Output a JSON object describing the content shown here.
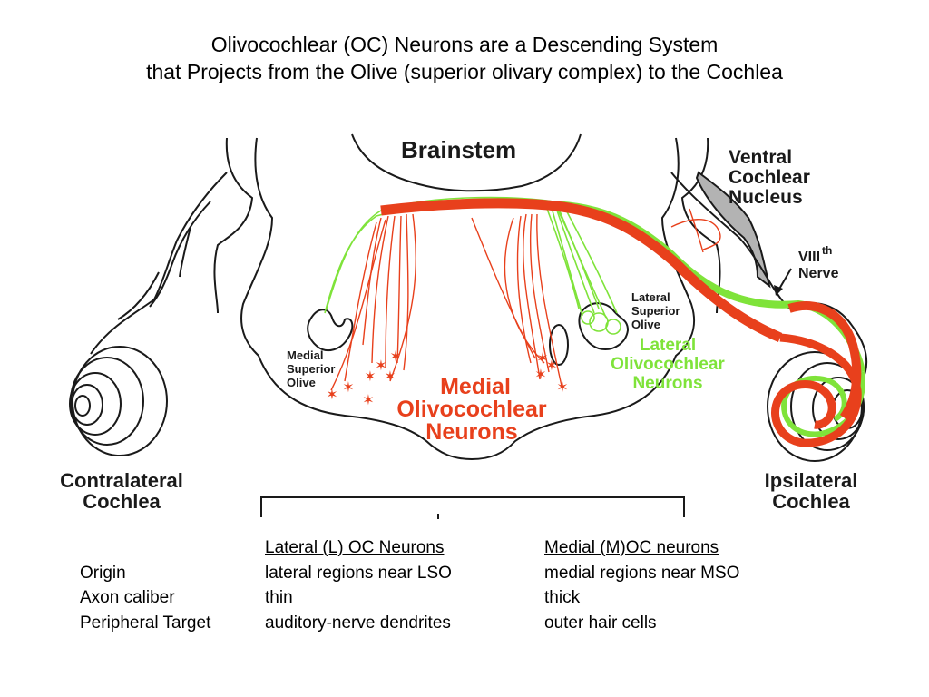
{
  "title": {
    "line1": "Olivocochlear (OC) Neurons are a Descending System",
    "line2": "that Projects from the Olive (superior olivary complex) to the Cochlea"
  },
  "diagram": {
    "labels": {
      "brainstem": "Brainstem",
      "ventral_cochlear_nucleus": [
        "Ventral",
        "Cochlear",
        "Nucleus"
      ],
      "viii_nerve": {
        "main": "VIII",
        "sup": "th",
        "second": "Nerve"
      },
      "lateral_superior_olive": [
        "Lateral",
        "Superior",
        "Olive"
      ],
      "medial_superior_olive": [
        "Medial",
        "Superior",
        "Olive"
      ],
      "lateral_oc_neurons": [
        "Lateral",
        "Olivocochlear",
        "Neurons"
      ],
      "medial_oc_neurons": [
        "Medial",
        "Olivocochlear",
        "Neurons"
      ],
      "contralateral_cochlea": [
        "Contralateral",
        "Cochlea"
      ],
      "ipsilateral_cochlea": [
        "Ipsilateral",
        "Cochlea"
      ]
    },
    "colors": {
      "medial_pathway": "#e8401c",
      "lateral_pathway": "#7fe33a",
      "nucleus_fill": "#b3b3b3",
      "outline": "#1a1a1a"
    }
  },
  "comparison_table": {
    "headers": {
      "lateral": "Lateral (L) OC Neurons",
      "medial": "Medial (M)OC neurons"
    },
    "rows": [
      {
        "property": "Origin",
        "lateral": "lateral regions near LSO",
        "medial": "medial regions near MSO"
      },
      {
        "property": "Axon caliber",
        "lateral": "thin",
        "medial": "thick"
      },
      {
        "property": "Peripheral Target",
        "lateral": "auditory-nerve dendrites",
        "medial": "outer hair cells"
      }
    ]
  }
}
